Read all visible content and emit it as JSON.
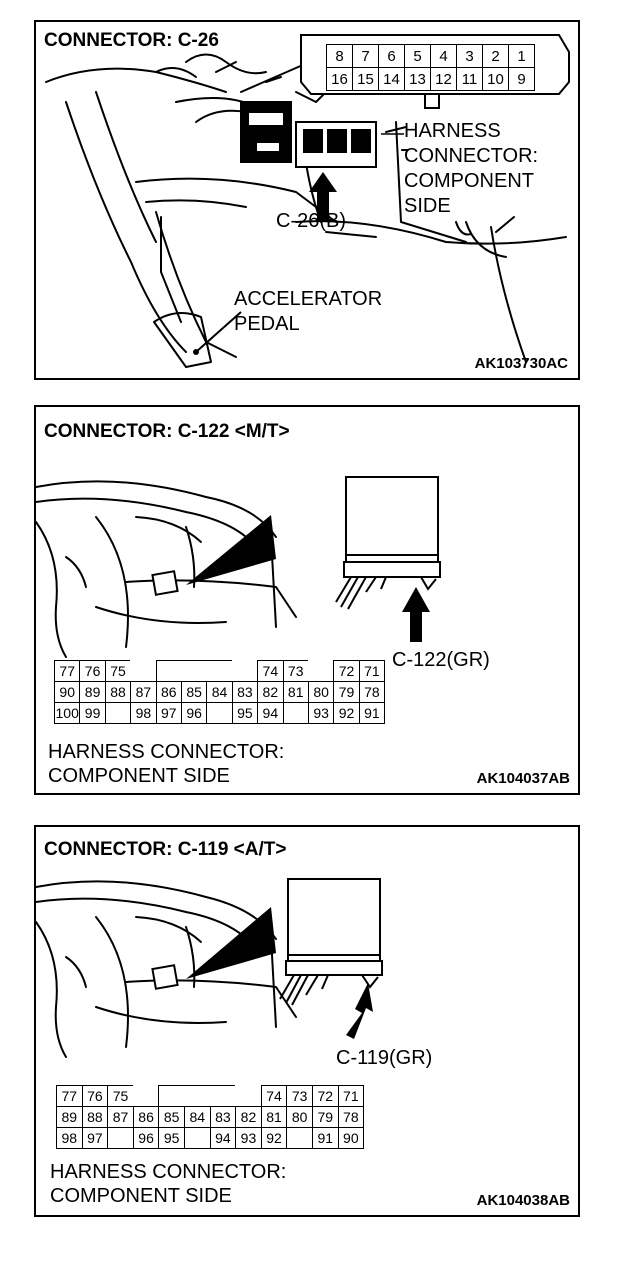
{
  "panels": [
    {
      "title": "CONNECTOR: C-26",
      "labels": [
        "HARNESS",
        "CONNECTOR:",
        "COMPONENT",
        "SIDE"
      ],
      "connector_label": "C-26(B)",
      "pedal_label": [
        "ACCELERATOR",
        "PEDAL"
      ],
      "code": "AK103730AC",
      "pins_top": [
        "8",
        "7",
        "6",
        "5",
        "4",
        "3",
        "2",
        "1"
      ],
      "pins_bottom": [
        "16",
        "15",
        "14",
        "13",
        "12",
        "11",
        "10",
        "9"
      ]
    },
    {
      "title": "CONNECTOR: C-122 <M/T>",
      "connector_label": "C-122(GR)",
      "labels": [
        "HARNESS CONNECTOR:",
        "COMPONENT SIDE"
      ],
      "code": "AK104037AB",
      "rows": [
        [
          "77",
          "76",
          "75",
          "",
          "",
          "",
          "",
          "",
          "74",
          "73",
          "",
          "72",
          "71"
        ],
        [
          "90",
          "89",
          "88",
          "87",
          "86",
          "85",
          "84",
          "83",
          "82",
          "81",
          "80",
          "79",
          "78"
        ],
        [
          "100",
          "99",
          "",
          "98",
          "97",
          "96",
          "",
          "95",
          "94",
          "",
          "93",
          "92",
          "91"
        ]
      ]
    },
    {
      "title": "CONNECTOR: C-119 <A/T>",
      "connector_label": "C-119(GR)",
      "labels": [
        "HARNESS CONNECTOR:",
        "COMPONENT SIDE"
      ],
      "code": "AK104038AB",
      "rows": [
        [
          "77",
          "76",
          "75",
          "",
          "",
          "",
          "",
          "",
          "74",
          "73",
          "72",
          "71"
        ],
        [
          "89",
          "88",
          "87",
          "86",
          "85",
          "84",
          "83",
          "82",
          "81",
          "80",
          "79",
          "78"
        ],
        [
          "98",
          "97",
          "",
          "96",
          "95",
          "",
          "94",
          "93",
          "92",
          "",
          "91",
          "90"
        ]
      ]
    }
  ]
}
